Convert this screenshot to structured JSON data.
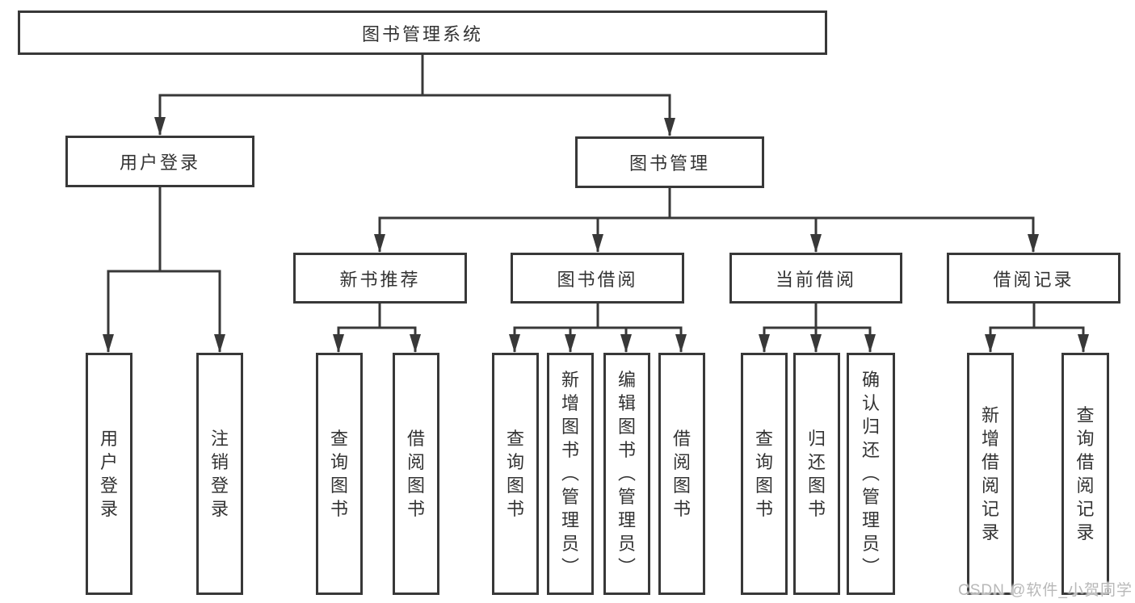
{
  "diagram": {
    "root": {
      "label": "图书管理系统"
    },
    "branches": {
      "user_login": {
        "label": "用户登录",
        "children": [
          {
            "label": "用户登录"
          },
          {
            "label": "注销登录"
          }
        ]
      },
      "book_management": {
        "label": "图书管理",
        "children": [
          {
            "label": "新书推荐",
            "children": [
              {
                "label": "查询图书"
              },
              {
                "label": "借阅图书"
              }
            ]
          },
          {
            "label": "图书借阅",
            "children": [
              {
                "label": "查询图书"
              },
              {
                "label": "新增图书（管理员）"
              },
              {
                "label": "编辑图书（管理员）"
              },
              {
                "label": "借阅图书"
              }
            ]
          },
          {
            "label": "当前借阅",
            "children": [
              {
                "label": "查询图书"
              },
              {
                "label": "归还图书"
              },
              {
                "label": "确认归还（管理员）"
              }
            ]
          },
          {
            "label": "借阅记录",
            "children": [
              {
                "label": "新增借阅记录"
              },
              {
                "label": "查询借阅记录"
              }
            ]
          }
        ]
      }
    }
  },
  "watermark": {
    "text": "CSDN @软件_小贺同学"
  },
  "colors": {
    "line": "#383838",
    "box_border": "#383838",
    "box_background": "#ffffff",
    "text": "#333333",
    "watermark": "#b8b8b8",
    "page_background": "#ffffff"
  }
}
